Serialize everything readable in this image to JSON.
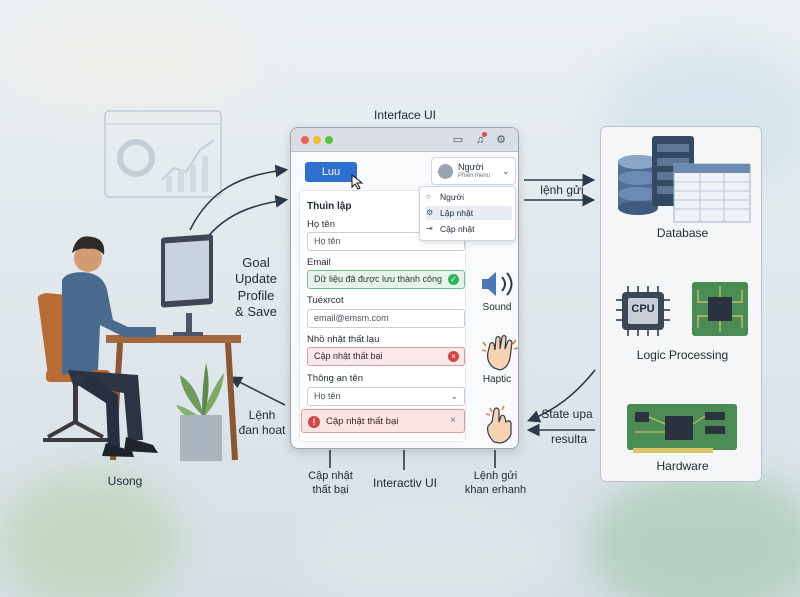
{
  "labels": {
    "interface_ui": "Interface UI",
    "goal": "Goal\nUpdate\nProfile\n& Save",
    "lenh_gui": "lệnh gửi",
    "database": "Database",
    "cpu": "CPU",
    "logic_processing": "Logic Processing",
    "hardware": "Hardware",
    "state_upa": "State upa",
    "resulta": "resulta",
    "lenh_dan_hoat": "Lệnh\nđan hoat",
    "usong": "Usong",
    "cap_nhat_that_bai": "Cập nhật\nthất bại",
    "interactiv_ui": "Interactiv UI",
    "lenh_gui_khan": "Lệnh gửi\nkhan erhanh",
    "sound": "Sound",
    "haptic": "Haptic"
  },
  "window": {
    "save_button": "Luu",
    "user_name": "Người",
    "user_sub": "Phiên menu",
    "menu": [
      "Người",
      "Lập nhật",
      "Cập nhật"
    ],
    "form_title": "Thuìn lập",
    "fields": [
      {
        "label": "Họ tên",
        "value": "Họ tên"
      },
      {
        "label": "Email",
        "value": "Dữ liệu đã được lưu thành công"
      },
      {
        "label": "Tuéxrcot",
        "value": "email@emsm.com"
      },
      {
        "label": "Nhồ nhặt thất lạu",
        "value": "Cập nhật thất bại"
      },
      {
        "label": "Thông an tên",
        "value": "Họ tên"
      }
    ],
    "alert": "Cập nhật thất bại"
  },
  "colors": {
    "accent": "#2f6fd1",
    "success": "#2fb35a",
    "error": "#d64545",
    "arrow": "#2b3a4a"
  },
  "icons": [
    "bookmark-icon",
    "bell-icon",
    "gear-icon",
    "sound-icon",
    "haptic-hand-icon",
    "touch-hand-icon",
    "cpu-chip-icon",
    "circuit-board-icon",
    "database-icon",
    "server-icon"
  ]
}
